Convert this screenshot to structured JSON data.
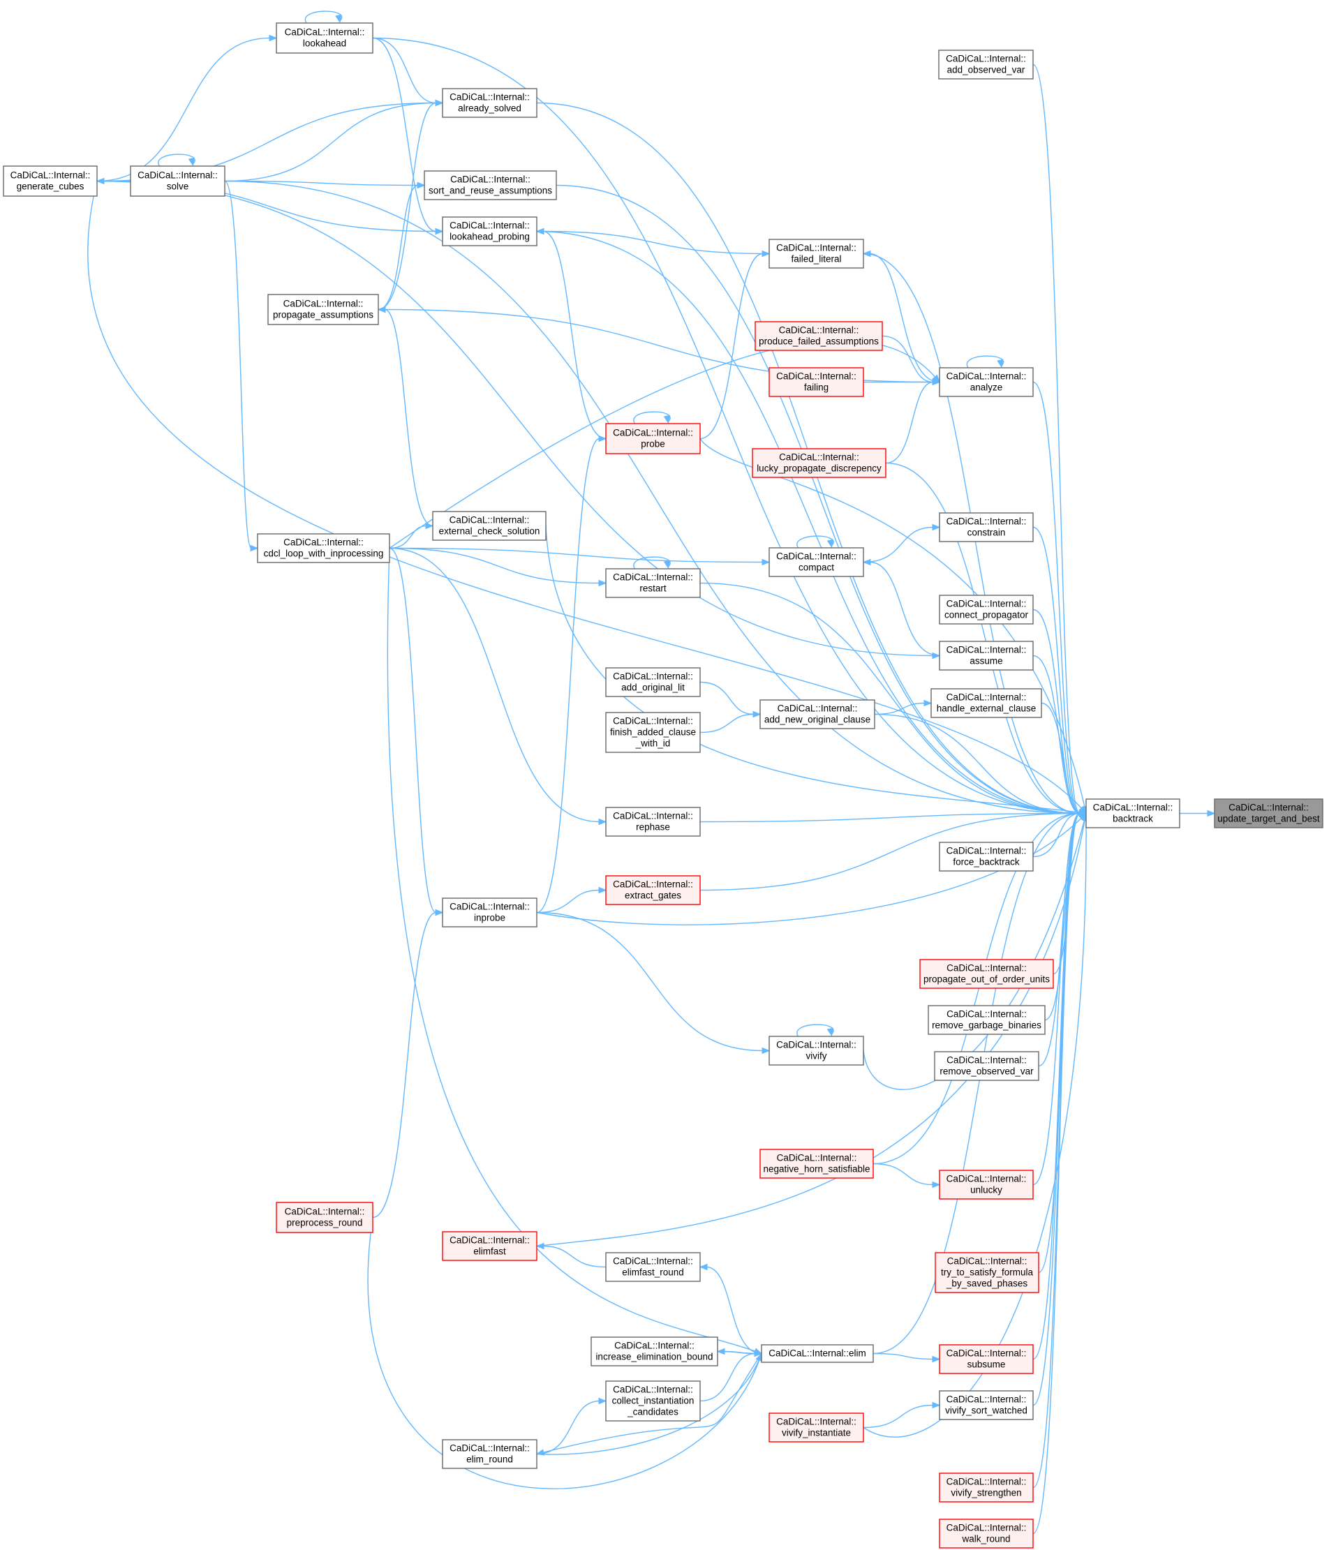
{
  "colors": {
    "edge": "#63b8ff",
    "normal_fill": "#ffffff",
    "normal_stroke": "#666666",
    "red_fill": "#fff0f0",
    "red_stroke": "#ff0000",
    "focus_fill": "#999999",
    "focus_stroke": "#666666"
  },
  "nodes": {
    "update_target_and_best": {
      "line1": "CaDiCaL::Internal::",
      "line2": "update_target_and_best",
      "style": "focus"
    },
    "backtrack": {
      "line1": "CaDiCaL::Internal::",
      "line2": "backtrack",
      "style": "normal"
    },
    "lookahead": {
      "line1": "CaDiCaL::Internal::",
      "line2": "lookahead",
      "style": "normal"
    },
    "add_observed_var": {
      "line1": "CaDiCaL::Internal::",
      "line2": "add_observed_var",
      "style": "normal"
    },
    "already_solved": {
      "line1": "CaDiCaL::Internal::",
      "line2": "already_solved",
      "style": "normal"
    },
    "generate_cubes": {
      "line1": "CaDiCaL::Internal::",
      "line2": "generate_cubes",
      "style": "normal"
    },
    "solve": {
      "line1": "CaDiCaL::Internal::",
      "line2": "solve",
      "style": "normal"
    },
    "sort_and_reuse_assumptions": {
      "line1": "CaDiCaL::Internal::",
      "line2": "sort_and_reuse_assumptions",
      "style": "normal"
    },
    "lookahead_probing": {
      "line1": "CaDiCaL::Internal::",
      "line2": "lookahead_probing",
      "style": "normal"
    },
    "failed_literal": {
      "line1": "CaDiCaL::Internal::",
      "line2": "failed_literal",
      "style": "normal"
    },
    "propagate_assumptions": {
      "line1": "CaDiCaL::Internal::",
      "line2": "propagate_assumptions",
      "style": "normal"
    },
    "produce_failed_assumptions": {
      "line1": "CaDiCaL::Internal::",
      "line2": "produce_failed_assumptions",
      "style": "red"
    },
    "failing": {
      "line1": "CaDiCaL::Internal::",
      "line2": "failing",
      "style": "red"
    },
    "analyze": {
      "line1": "CaDiCaL::Internal::",
      "line2": "analyze",
      "style": "normal"
    },
    "probe": {
      "line1": "CaDiCaL::Internal::",
      "line2": "probe",
      "style": "red"
    },
    "lucky_propagate_discrepency": {
      "line1": "CaDiCaL::Internal::",
      "line2": "lucky_propagate_discrepency",
      "style": "red"
    },
    "external_check_solution": {
      "line1": "CaDiCaL::Internal::",
      "line2": "external_check_solution",
      "style": "normal"
    },
    "cdcl_loop_with_inprocessing": {
      "line1": "CaDiCaL::Internal::",
      "line2": "cdcl_loop_with_inprocessing",
      "style": "normal"
    },
    "constrain": {
      "line1": "CaDiCaL::Internal::",
      "line2": "constrain",
      "style": "normal"
    },
    "compact": {
      "line1": "CaDiCaL::Internal::",
      "line2": "compact",
      "style": "normal"
    },
    "restart": {
      "line1": "CaDiCaL::Internal::",
      "line2": "restart",
      "style": "normal"
    },
    "connect_propagator": {
      "line1": "CaDiCaL::Internal::",
      "line2": "connect_propagator",
      "style": "normal"
    },
    "assume": {
      "line1": "CaDiCaL::Internal::",
      "line2": "assume",
      "style": "normal"
    },
    "add_original_lit": {
      "line1": "CaDiCaL::Internal::",
      "line2": "add_original_lit",
      "style": "normal"
    },
    "handle_external_clause": {
      "line1": "CaDiCaL::Internal::",
      "line2": "handle_external_clause",
      "style": "normal"
    },
    "add_new_original_clause": {
      "line1": "CaDiCaL::Internal::",
      "line2": "add_new_original_clause",
      "style": "normal"
    },
    "finish_added_clause_with_id": {
      "line1": "CaDiCaL::Internal::",
      "line2": "finish_added_clause",
      "line3": "_with_id",
      "style": "normal"
    },
    "rephase": {
      "line1": "CaDiCaL::Internal::",
      "line2": "rephase",
      "style": "normal"
    },
    "force_backtrack": {
      "line1": "CaDiCaL::Internal::",
      "line2": "force_backtrack",
      "style": "normal"
    },
    "extract_gates": {
      "line1": "CaDiCaL::Internal::",
      "line2": "extract_gates",
      "style": "red"
    },
    "inprobe": {
      "line1": "CaDiCaL::Internal::",
      "line2": "inprobe",
      "style": "normal"
    },
    "propagate_out_of_order_units": {
      "line1": "CaDiCaL::Internal::",
      "line2": "propagate_out_of_order_units",
      "style": "red"
    },
    "remove_garbage_binaries": {
      "line1": "CaDiCaL::Internal::",
      "line2": "remove_garbage_binaries",
      "style": "normal"
    },
    "vivify": {
      "line1": "CaDiCaL::Internal::",
      "line2": "vivify",
      "style": "normal"
    },
    "remove_observed_var": {
      "line1": "CaDiCaL::Internal::",
      "line2": "remove_observed_var",
      "style": "normal"
    },
    "negative_horn_satisfiable": {
      "line1": "CaDiCaL::Internal::",
      "line2": "negative_horn_satisfiable",
      "style": "red"
    },
    "unlucky": {
      "line1": "CaDiCaL::Internal::",
      "line2": "unlucky",
      "style": "red"
    },
    "preprocess_round": {
      "line1": "CaDiCaL::Internal::",
      "line2": "preprocess_round",
      "style": "red"
    },
    "elimfast": {
      "line1": "CaDiCaL::Internal::",
      "line2": "elimfast",
      "style": "red"
    },
    "elimfast_round": {
      "line1": "CaDiCaL::Internal::",
      "line2": "elimfast_round",
      "style": "normal"
    },
    "try_to_satisfy_formula_by_saved_phases": {
      "line1": "CaDiCaL::Internal::",
      "line2": "try_to_satisfy_formula",
      "line3": "_by_saved_phases",
      "style": "red"
    },
    "increase_elimination_bound": {
      "line1": "CaDiCaL::Internal::",
      "line2": "increase_elimination_bound",
      "style": "normal"
    },
    "elim": {
      "line1": "CaDiCaL::Internal::elim",
      "style": "normal"
    },
    "subsume": {
      "line1": "CaDiCaL::Internal::",
      "line2": "subsume",
      "style": "red"
    },
    "collect_instantiation_candidates": {
      "line1": "CaDiCaL::Internal::",
      "line2": "collect_instantiation",
      "line3": "_candidates",
      "style": "normal"
    },
    "vivify_sort_watched": {
      "line1": "CaDiCaL::Internal::",
      "line2": "vivify_sort_watched",
      "style": "normal"
    },
    "vivify_instantiate": {
      "line1": "CaDiCaL::Internal::",
      "line2": "vivify_instantiate",
      "style": "red"
    },
    "elim_round": {
      "line1": "CaDiCaL::Internal::",
      "line2": "elim_round",
      "style": "normal"
    },
    "vivify_strengthen": {
      "line1": "CaDiCaL::Internal::",
      "line2": "vivify_strengthen",
      "style": "red"
    },
    "walk_round": {
      "line1": "CaDiCaL::Internal::",
      "line2": "walk_round",
      "style": "red"
    }
  },
  "edges": [
    [
      "backtrack",
      "update_target_and_best"
    ],
    [
      "lookahead",
      "backtrack"
    ],
    [
      "add_observed_var",
      "backtrack"
    ],
    [
      "already_solved",
      "backtrack"
    ],
    [
      "generate_cubes",
      "backtrack"
    ],
    [
      "solve",
      "backtrack"
    ],
    [
      "sort_and_reuse_assumptions",
      "backtrack"
    ],
    [
      "lookahead_probing",
      "backtrack"
    ],
    [
      "failed_literal",
      "backtrack"
    ],
    [
      "analyze",
      "backtrack"
    ],
    [
      "lucky_propagate_discrepency",
      "backtrack"
    ],
    [
      "probe",
      "backtrack"
    ],
    [
      "constrain",
      "backtrack"
    ],
    [
      "restart",
      "backtrack"
    ],
    [
      "connect_propagator",
      "backtrack"
    ],
    [
      "assume",
      "backtrack"
    ],
    [
      "handle_external_clause",
      "backtrack"
    ],
    [
      "add_new_original_clause",
      "backtrack"
    ],
    [
      "external_check_solution",
      "backtrack"
    ],
    [
      "rephase",
      "backtrack"
    ],
    [
      "force_backtrack",
      "backtrack"
    ],
    [
      "extract_gates",
      "backtrack"
    ],
    [
      "inprobe",
      "backtrack"
    ],
    [
      "propagate_out_of_order_units",
      "backtrack"
    ],
    [
      "remove_garbage_binaries",
      "backtrack"
    ],
    [
      "remove_observed_var",
      "backtrack"
    ],
    [
      "vivify",
      "backtrack"
    ],
    [
      "negative_horn_satisfiable",
      "backtrack"
    ],
    [
      "unlucky",
      "backtrack"
    ],
    [
      "elimfast",
      "backtrack"
    ],
    [
      "try_to_satisfy_formula_by_saved_phases",
      "backtrack"
    ],
    [
      "elim",
      "backtrack"
    ],
    [
      "subsume",
      "backtrack"
    ],
    [
      "vivify_sort_watched",
      "backtrack"
    ],
    [
      "vivify_instantiate",
      "backtrack"
    ],
    [
      "vivify_strengthen",
      "backtrack"
    ],
    [
      "walk_round",
      "backtrack"
    ],
    [
      "lookahead",
      "lookahead"
    ],
    [
      "generate_cubes",
      "lookahead"
    ],
    [
      "lookahead",
      "already_solved"
    ],
    [
      "generate_cubes",
      "already_solved"
    ],
    [
      "solve",
      "already_solved"
    ],
    [
      "propagate_assumptions",
      "already_solved"
    ],
    [
      "solve",
      "solve"
    ],
    [
      "solve",
      "generate_cubes"
    ],
    [
      "solve",
      "sort_and_reuse_assumptions"
    ],
    [
      "propagate_assumptions",
      "sort_and_reuse_assumptions"
    ],
    [
      "lookahead",
      "lookahead_probing"
    ],
    [
      "generate_cubes",
      "lookahead_probing"
    ],
    [
      "failed_literal",
      "lookahead_probing"
    ],
    [
      "probe",
      "lookahead_probing"
    ],
    [
      "probe",
      "failed_literal"
    ],
    [
      "analyze",
      "failed_literal"
    ],
    [
      "analyze",
      "propagate_assumptions"
    ],
    [
      "external_check_solution",
      "propagate_assumptions"
    ],
    [
      "analyze",
      "analyze"
    ],
    [
      "produce_failed_assumptions",
      "analyze"
    ],
    [
      "failing",
      "analyze"
    ],
    [
      "lucky_propagate_discrepency",
      "analyze"
    ],
    [
      "cdcl_loop_with_inprocessing",
      "analyze"
    ],
    [
      "probe",
      "probe"
    ],
    [
      "inprobe",
      "probe"
    ],
    [
      "solve",
      "cdcl_loop_with_inprocessing"
    ],
    [
      "cdcl_loop_with_inprocessing",
      "external_check_solution"
    ],
    [
      "cdcl_loop_with_inprocessing",
      "compact"
    ],
    [
      "cdcl_loop_with_inprocessing",
      "restart"
    ],
    [
      "cdcl_loop_with_inprocessing",
      "rephase"
    ],
    [
      "cdcl_loop_with_inprocessing",
      "inprobe"
    ],
    [
      "cdcl_loop_with_inprocessing",
      "elim"
    ],
    [
      "compact",
      "compact"
    ],
    [
      "compact",
      "constrain"
    ],
    [
      "assume",
      "compact"
    ],
    [
      "restart",
      "restart"
    ],
    [
      "generate_cubes",
      "assume"
    ],
    [
      "add_original_lit",
      "add_new_original_clause"
    ],
    [
      "finish_added_clause_with_id",
      "add_new_original_clause"
    ],
    [
      "add_new_original_clause",
      "handle_external_clause"
    ],
    [
      "inprobe",
      "extract_gates"
    ],
    [
      "inprobe",
      "vivify"
    ],
    [
      "vivify",
      "vivify"
    ],
    [
      "preprocess_round",
      "inprobe"
    ],
    [
      "preprocess_round",
      "elim"
    ],
    [
      "negative_horn_satisfiable",
      "unlucky"
    ],
    [
      "elimfast_round",
      "elimfast"
    ],
    [
      "elim",
      "elimfast_round"
    ],
    [
      "elim",
      "increase_elimination_bound"
    ],
    [
      "increase_elimination_bound",
      "elim"
    ],
    [
      "elim",
      "subsume"
    ],
    [
      "collect_instantiation_candidates",
      "elim"
    ],
    [
      "elim_round",
      "collect_instantiation_candidates"
    ],
    [
      "elim",
      "elim_round"
    ],
    [
      "elim_round",
      "elim"
    ],
    [
      "vivify_instantiate",
      "vivify_sort_watched"
    ]
  ]
}
